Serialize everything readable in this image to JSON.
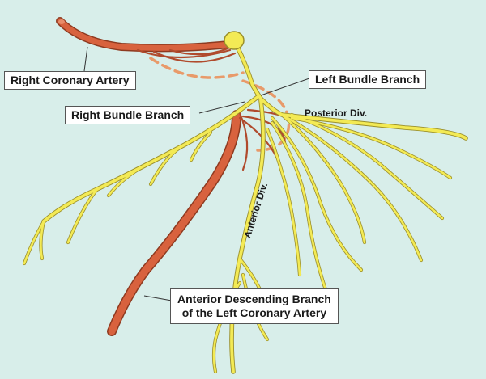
{
  "labels": {
    "right_coronary_artery": "Right Coronary Artery",
    "left_bundle_branch": "Left Bundle Branch",
    "right_bundle_branch": "Right Bundle Branch",
    "posterior_div": "Posterior Div.",
    "anterior_div": "Anterior Div.",
    "anterior_descending_line1": "Anterior Descending Branch",
    "anterior_descending_line2": "of the Left Coronary Artery"
  },
  "colors": {
    "background": "#d8eeea",
    "conduction_fill": "#f3ea55",
    "conduction_outline": "#9a8f2a",
    "artery_fill": "#d8623e",
    "artery_outline": "#8e3a20",
    "dashed_vessel": "#e89a6a",
    "leader_line": "#333333"
  }
}
